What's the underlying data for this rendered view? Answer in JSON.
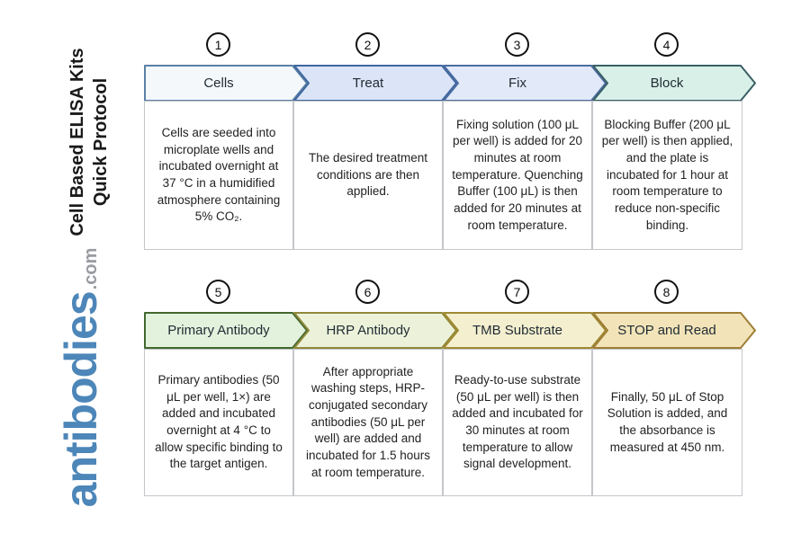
{
  "branding": {
    "title_line1": "Cell Based ELISA Kits",
    "title_line2": "Quick Protocol",
    "logo_text": "antibodies",
    "logo_suffix": ".com",
    "logo_color": "#4d86b8",
    "logo_suffix_color": "#989ca1"
  },
  "steps": [
    {
      "number": "1",
      "label": "Cells",
      "description": "Cells are seeded into microplate wells and incubated overnight at 37 °C in a humidified atmosphere containing 5% CO₂.",
      "fill": "#f4f8fb",
      "stroke": "#5b80a5"
    },
    {
      "number": "2",
      "label": "Treat",
      "description": "The desired treatment conditions are then applied.",
      "fill": "#dbe5f7",
      "stroke": "#40669f"
    },
    {
      "number": "3",
      "label": "Fix",
      "description": "Fixing solution (100 μL per well) is added for 20 minutes at room temperature. Quenching Buffer (100 μL) is then added for 20 minutes at room temperature.",
      "fill": "#e2e9f8",
      "stroke": "#4b6da1"
    },
    {
      "number": "4",
      "label": "Block",
      "description": "Blocking Buffer (200 μL per well) is then applied, and the plate is incubated for 1 hour at room temperature to reduce non-specific binding.",
      "fill": "#d9f0e8",
      "stroke": "#3a5f66"
    },
    {
      "number": "5",
      "label": "Primary Antibody",
      "description": "Primary antibodies (50 μL per well, 1×) are added and incubated overnight at 4 °C to allow specific binding to the target antigen.",
      "fill": "#e3f2dd",
      "stroke": "#41682f"
    },
    {
      "number": "6",
      "label": "HRP Antibody",
      "description": "After appropriate washing steps, HRP-conjugated secondary antibodies (50 μL per well) are added and incubated for 1.5 hours at room temperature.",
      "fill": "#ecf2da",
      "stroke": "#91883a"
    },
    {
      "number": "7",
      "label": "TMB Substrate",
      "description": "Ready-to-use substrate (50 μL per well) is then added and incubated for 30 minutes at room temperature to allow signal development.",
      "fill": "#f4efcf",
      "stroke": "#a08a33"
    },
    {
      "number": "8",
      "label": "STOP and Read",
      "description": "Finally, 50 μL of Stop Solution is added, and the absorbance is measured at 450 nm.",
      "fill": "#f2e4b8",
      "stroke": "#9e7e35"
    }
  ]
}
